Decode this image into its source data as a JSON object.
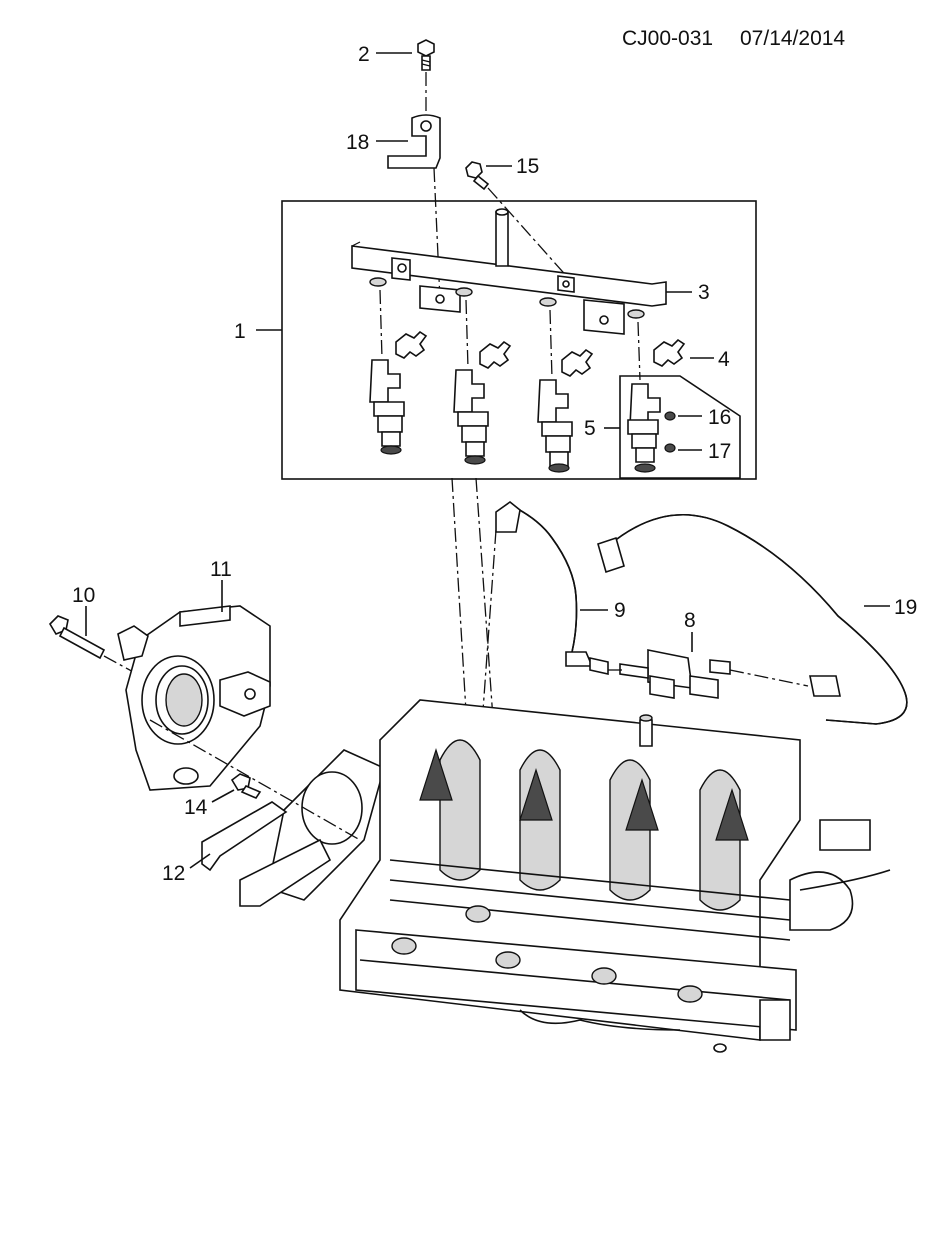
{
  "header": {
    "diagram_code": "CJ00-031",
    "date": "07/14/2014"
  },
  "callouts": [
    {
      "number": "1"
    },
    {
      "number": "2"
    },
    {
      "number": "3"
    },
    {
      "number": "4"
    },
    {
      "number": "5"
    },
    {
      "number": "8"
    },
    {
      "number": "9"
    },
    {
      "number": "10"
    },
    {
      "number": "11"
    },
    {
      "number": "12"
    },
    {
      "number": "14"
    },
    {
      "number": "15"
    },
    {
      "number": "16"
    },
    {
      "number": "17"
    },
    {
      "number": "18"
    },
    {
      "number": "19"
    }
  ]
}
